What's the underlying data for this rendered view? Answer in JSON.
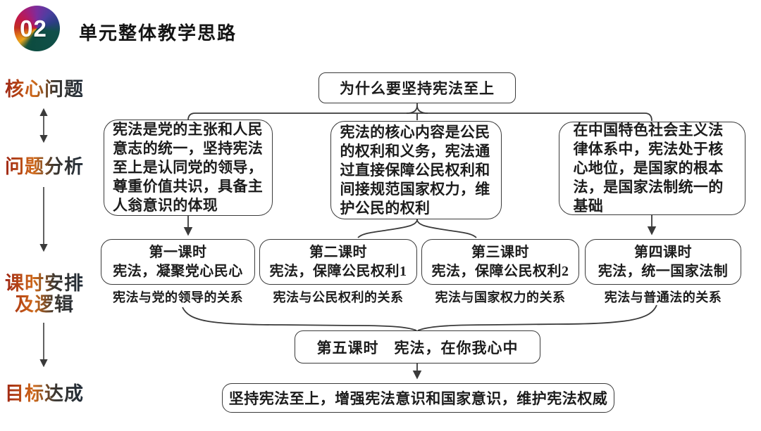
{
  "header": {
    "badge_number": "02",
    "title": "单元整体教学思路"
  },
  "left_rail": {
    "label1": "核心问题",
    "label2": "问题分析",
    "label3_line1": "课时安排",
    "label3_line2": "及逻辑",
    "label4": "目标达成"
  },
  "flowchart": {
    "root_question": "为什么要坚持宪法至上",
    "analysis_left": "宪法是党的主张和人民意志的统一，坚持宪法至上是认同党的领导，尊重价值共识，具备主人翁意识的体现",
    "analysis_middle": "宪法的核心内容是公民的权利和义务，宪法通过直接保障公民权利和间接规范国家权力，维护公民的权利",
    "analysis_right": "在中国特色社会主义法律体系中，宪法处于核心地位，是国家的根本法，是国家法制统一的基础",
    "lessons": [
      {
        "title": "第一课时",
        "subtitle": "宪法，凝聚党心民心",
        "caption": "宪法与党的领导的关系"
      },
      {
        "title": "第二课时",
        "subtitle": "宪法，保障公民权利1",
        "caption": "宪法与公民权利的关系"
      },
      {
        "title": "第三课时",
        "subtitle": "宪法，保障公民权利2",
        "caption": "宪法与国家权力的关系"
      },
      {
        "title": "第四课时",
        "subtitle": "宪法，统一国家法制",
        "caption": "宪法与普通法的关系"
      }
    ],
    "lesson5": "第五课时　宪法，在你我心中",
    "goal": "坚持宪法至上，增强宪法意识和国家意识，维护宪法权威"
  },
  "colors": {
    "box-border": "#3a3a3a",
    "box-text": "#1c1c1c",
    "rail-grad-a": "#981d12",
    "rail-grad-b": "#d06a1a",
    "rail-grad-c": "#3a3630",
    "rail-grad-d": "#1e2b39"
  }
}
